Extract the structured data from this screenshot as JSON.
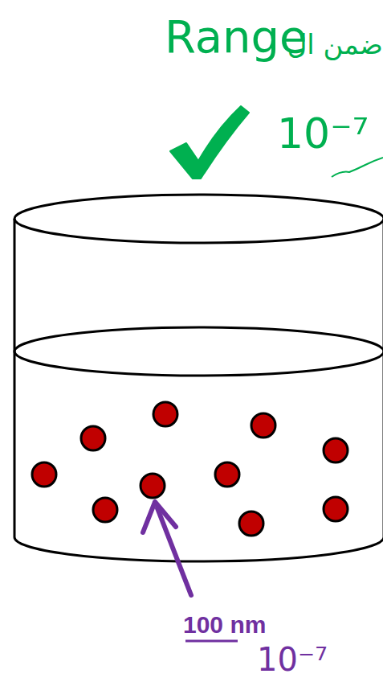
{
  "diagram": {
    "labels": [
      "Range",
      "ضمن ال",
      "10⁻⁷",
      "100 nm",
      "10⁻⁷"
    ]
  }
}
